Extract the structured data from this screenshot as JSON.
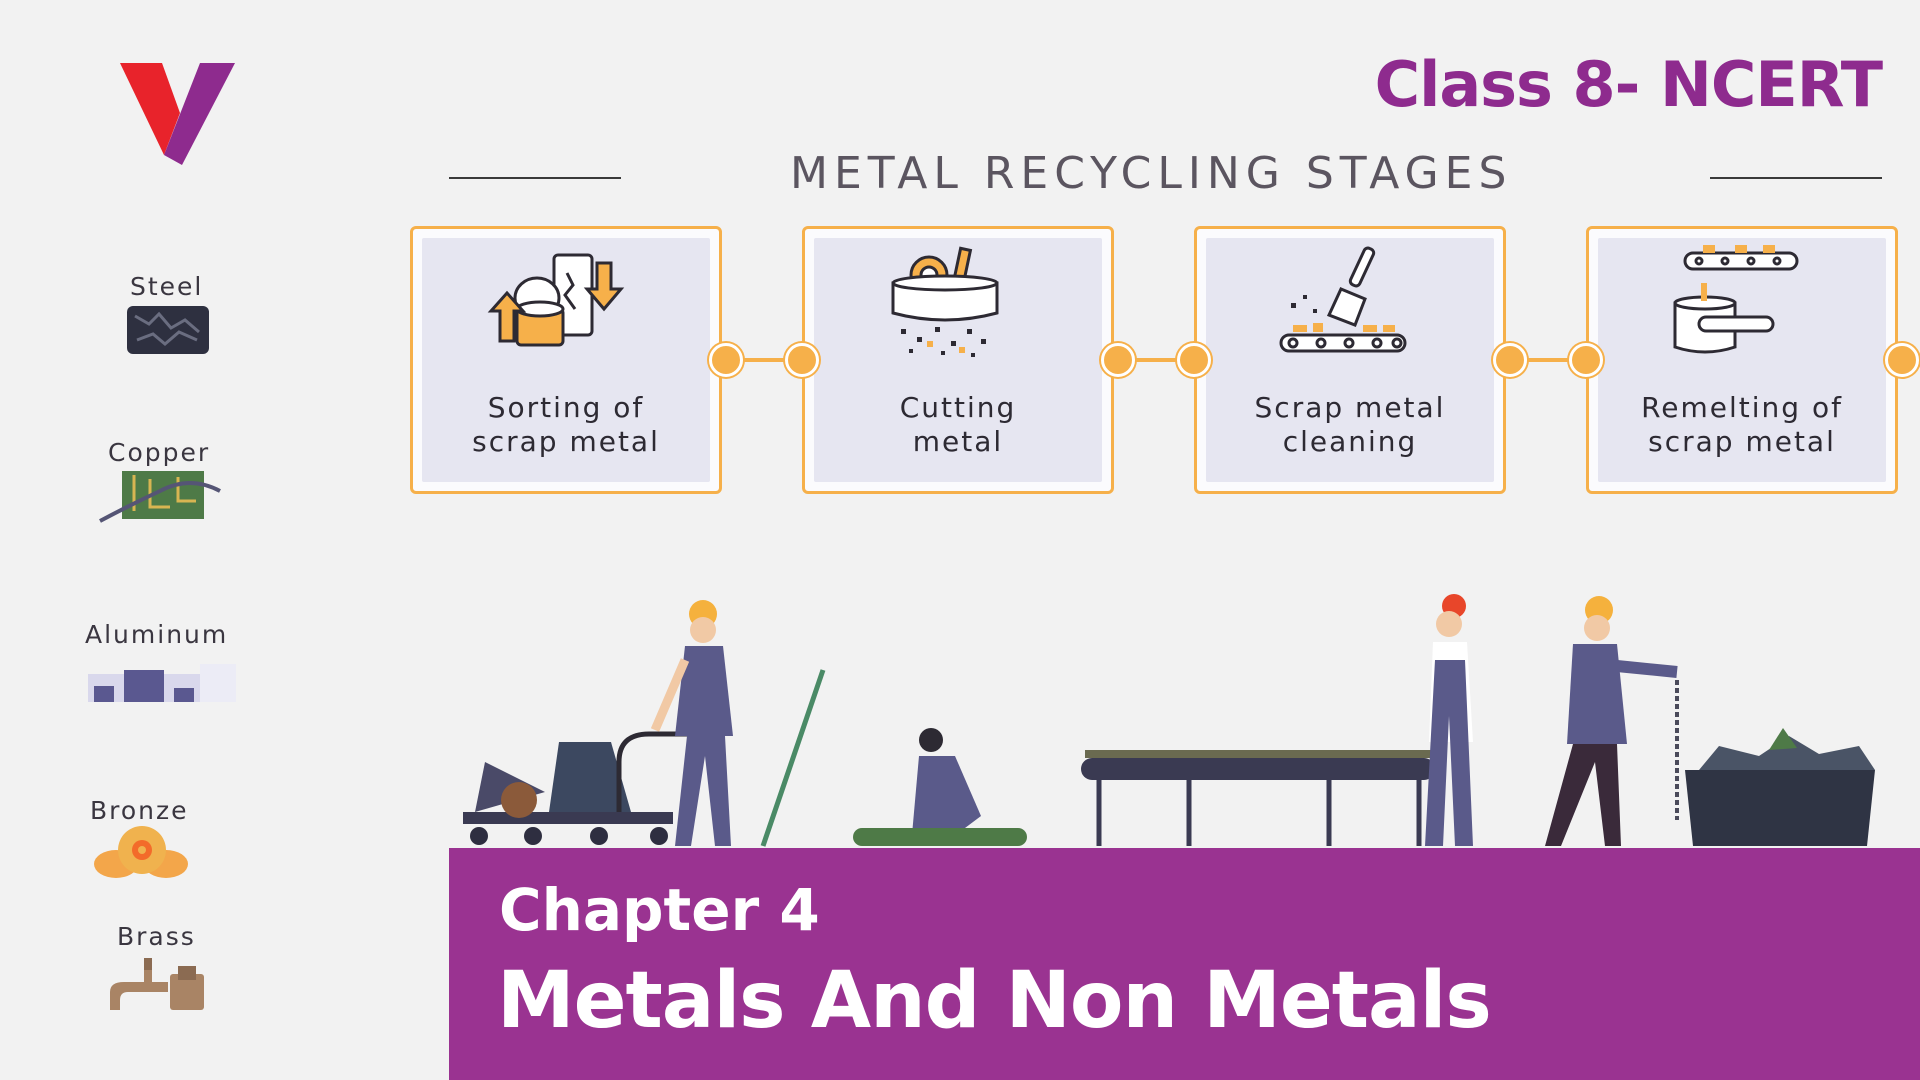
{
  "header": {
    "logo_name": "v-logo",
    "class_title": "Class 8- NCERT"
  },
  "infographic": {
    "title": "METAL RECYCLING STAGES",
    "stages": [
      {
        "line1": "Sorting of",
        "line2": "scrap metal",
        "icon": "sorting-icon"
      },
      {
        "line1": "Cutting",
        "line2": "metal",
        "icon": "cutting-icon"
      },
      {
        "line1": "Scrap metal",
        "line2": "cleaning",
        "icon": "cleaning-icon"
      },
      {
        "line1": "Remelting of",
        "line2": "scrap metal",
        "icon": "remelting-icon"
      }
    ]
  },
  "metals": [
    {
      "label": "Steel",
      "icon": "steel-icon"
    },
    {
      "label": "Copper",
      "icon": "copper-icon"
    },
    {
      "label": "Aluminum",
      "icon": "aluminum-icon"
    },
    {
      "label": "Bronze",
      "icon": "bronze-icon"
    },
    {
      "label": "Brass",
      "icon": "brass-icon"
    }
  ],
  "banner": {
    "chapter_number": "Chapter 4",
    "chapter_title": "Metals And Non Metals"
  },
  "colors": {
    "brand_purple": "#9a3391",
    "title_purple": "#8e2b8e",
    "accent_orange": "#f6b04a",
    "logo_red": "#e8232b",
    "card_fill": "#e6e6f1"
  }
}
